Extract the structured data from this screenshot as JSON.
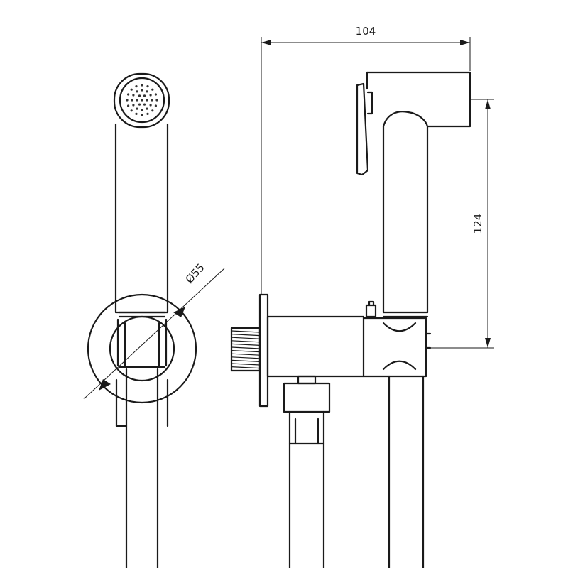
{
  "dimensions": {
    "width_label": "104",
    "height_label": "124",
    "diameter_label": "Ø55"
  },
  "colors": {
    "line": "#1a1a1a",
    "background": "#ffffff"
  }
}
